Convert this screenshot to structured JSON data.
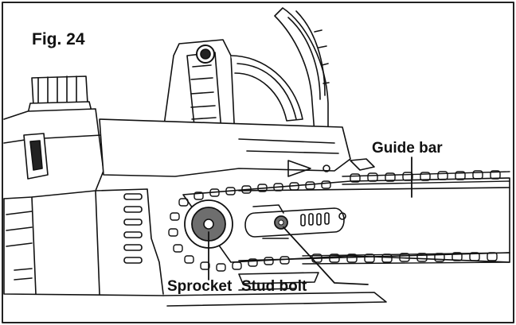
{
  "figure": {
    "title": "Fig. 24",
    "labels": {
      "guide_bar": "Guide bar",
      "sprocket": "Sprocket",
      "stud_bolt": "Stud bolt"
    },
    "colors": {
      "ink": "#111111",
      "background": "#ffffff",
      "sprocket_fill": "#6e6e6e"
    }
  }
}
